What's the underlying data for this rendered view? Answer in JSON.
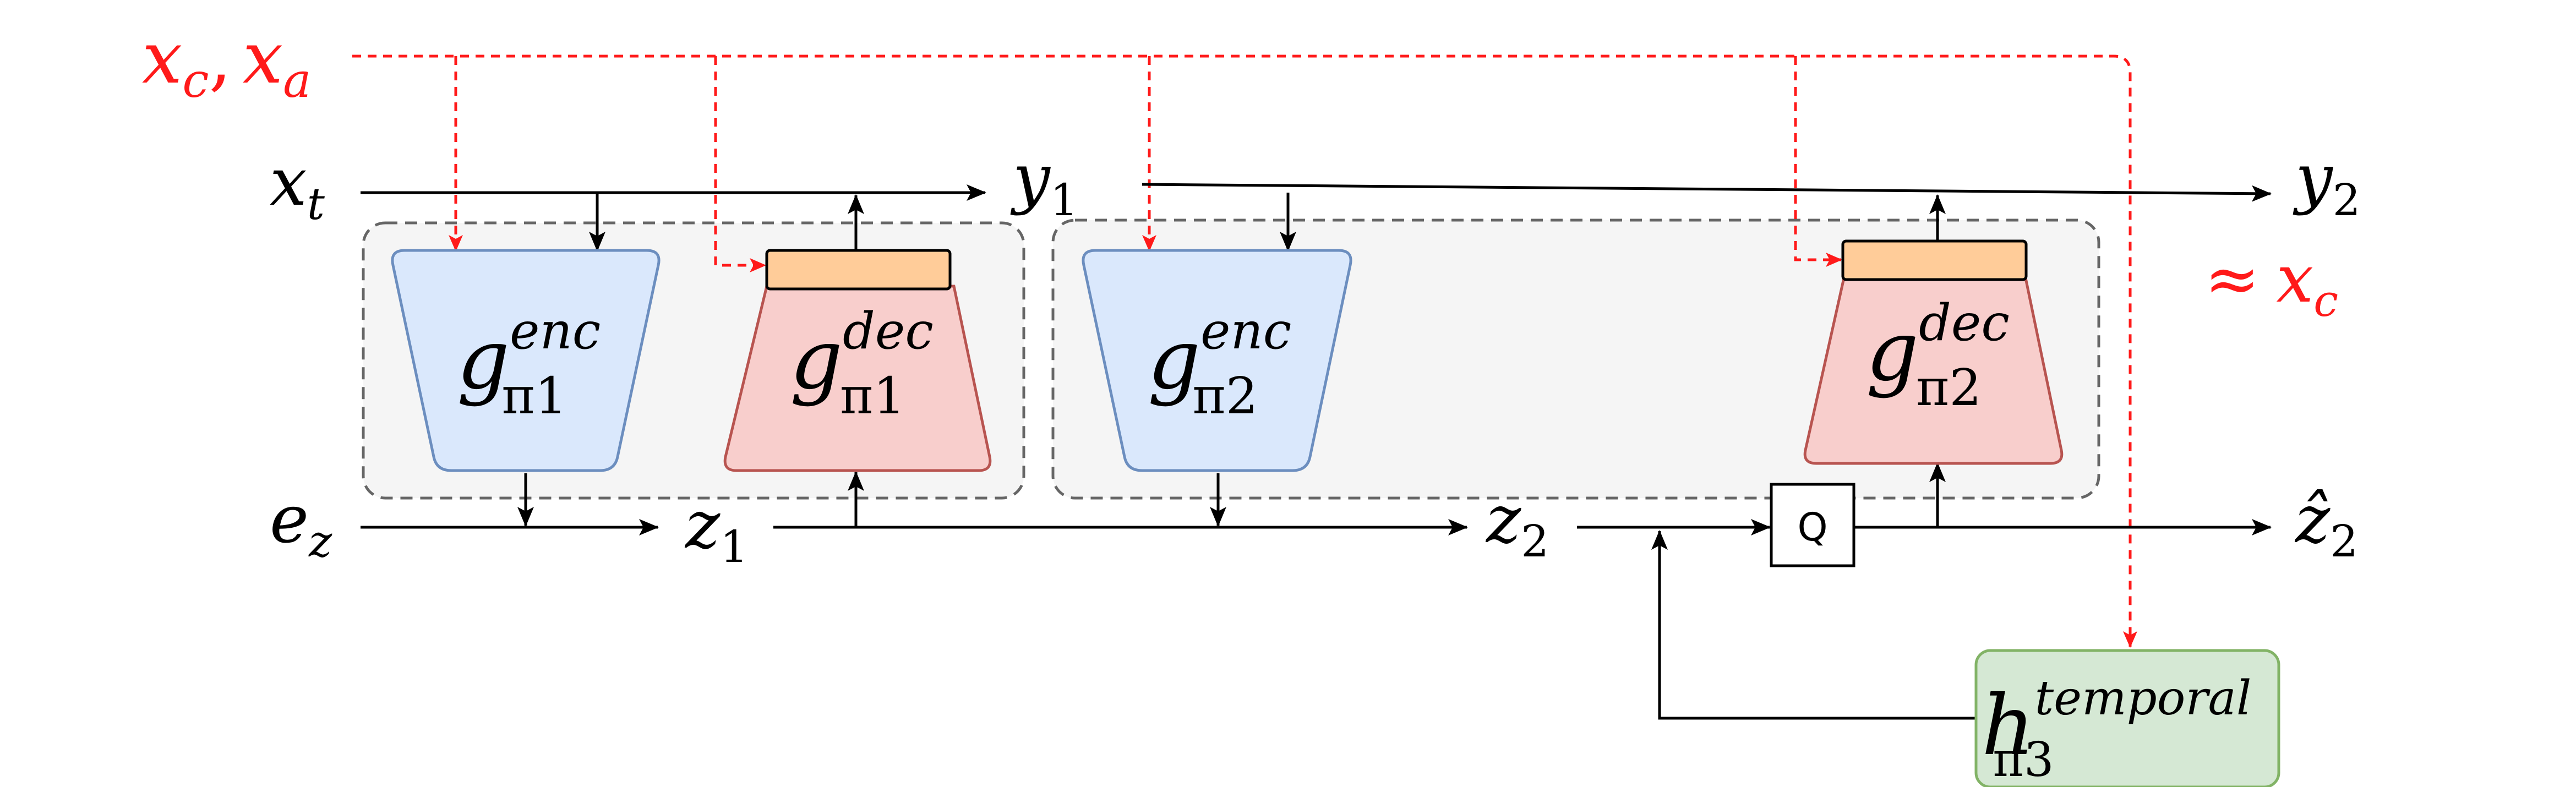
{
  "inputs": {
    "conditions": {
      "main": "x",
      "sub1": "c",
      "sep": ",",
      "main2": "x",
      "sub2": "a"
    },
    "frame": {
      "main": "x",
      "sub": "t"
    },
    "latent": {
      "main": "e",
      "sub": "z"
    }
  },
  "blocks": {
    "enc1": {
      "main": "g",
      "sup": "enc",
      "sub": "π1"
    },
    "dec1": {
      "main": "g",
      "sup": "dec",
      "sub": "π1"
    },
    "enc2": {
      "main": "g",
      "sup": "enc",
      "sub": "π2"
    },
    "dec2": {
      "main": "g",
      "sup": "dec",
      "sub": "π2"
    },
    "temporal": {
      "main": "h",
      "sup": "temporal",
      "sub": "π3"
    },
    "quantizer": {
      "label": "Q"
    }
  },
  "signals": {
    "y1": {
      "main": "y",
      "sub": "1"
    },
    "y2": {
      "main": "y",
      "sub": "2"
    },
    "approx": {
      "sym": "≈",
      "main": "x",
      "sub": "c"
    },
    "z1": {
      "main": "z",
      "sub": "1"
    },
    "z2": {
      "main": "z",
      "sub": "2"
    },
    "z2hat": {
      "main": "ẑ",
      "sub": "2"
    }
  },
  "colors": {
    "encoder_fill": "#dae8fc",
    "encoder_stroke": "#6c8ebf",
    "decoder_fill": "#f8cecc",
    "decoder_stroke": "#b85450",
    "cond_fill": "#ffcc99",
    "temporal_fill": "#d5e8d4",
    "temporal_stroke": "#82b366",
    "condition_line": "#ff1a1a",
    "group_fill": "#f5f5f5",
    "group_stroke": "#666666"
  }
}
